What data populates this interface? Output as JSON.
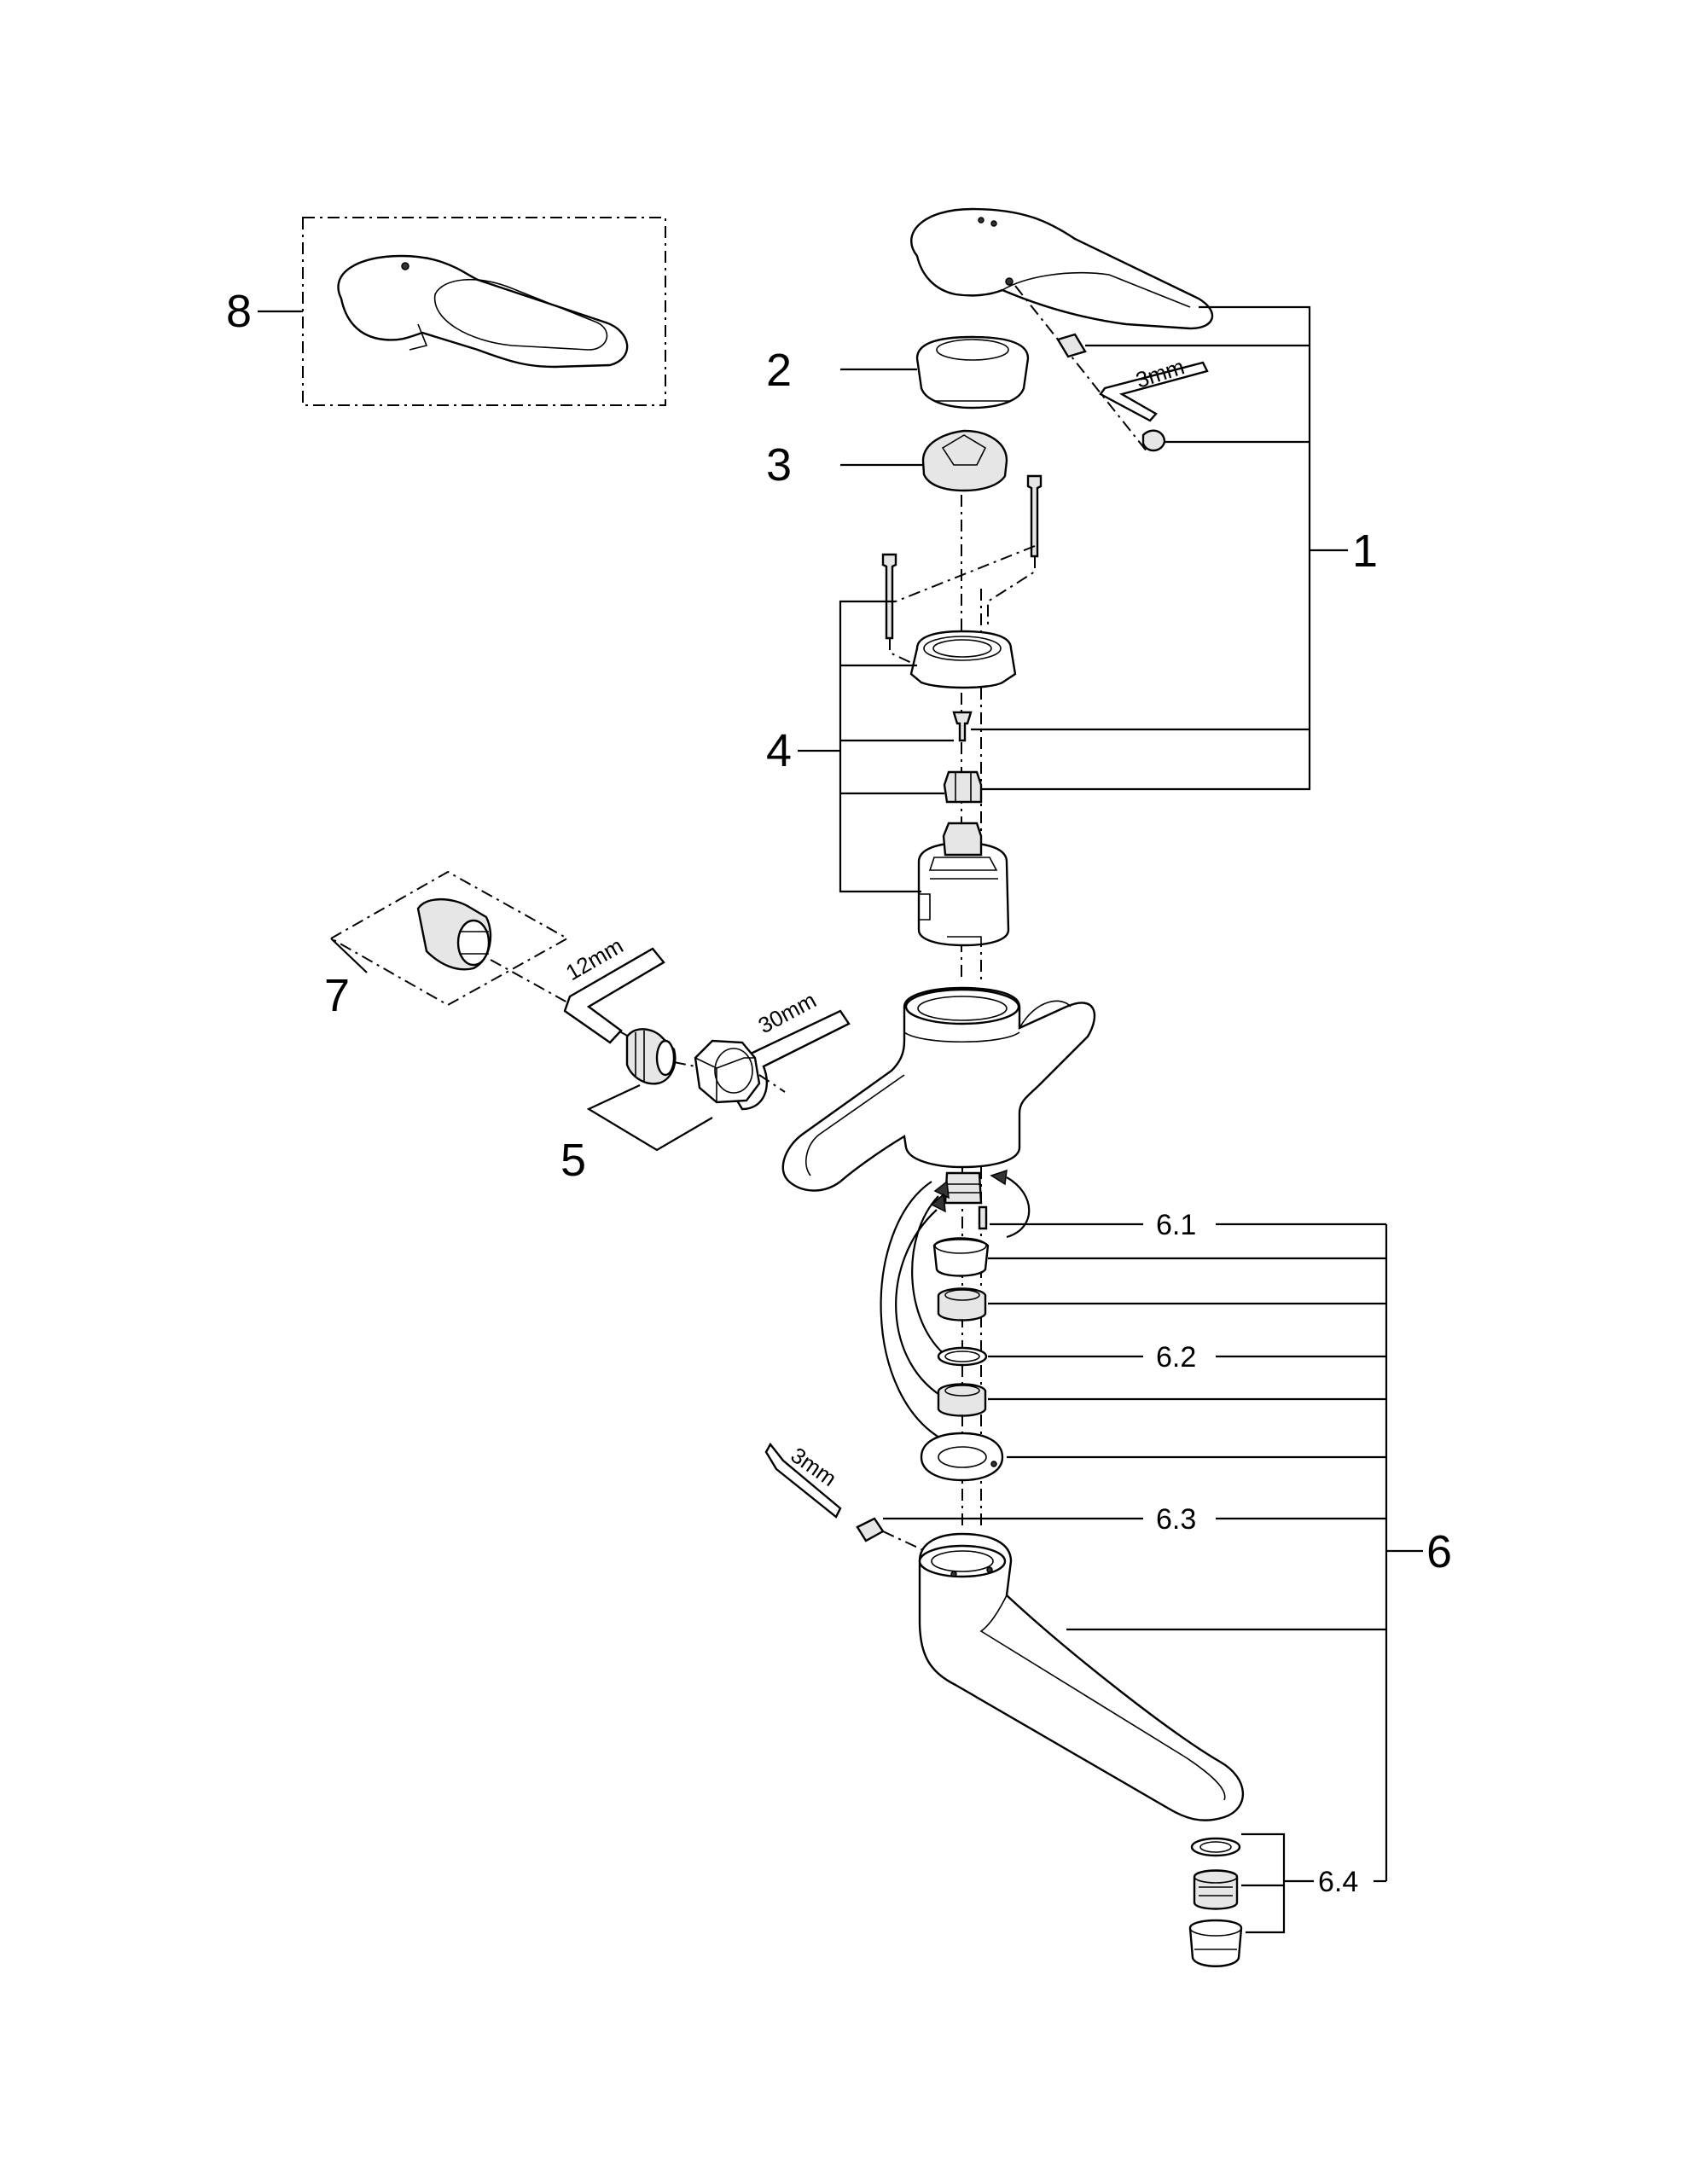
{
  "callouts": {
    "c1": "1",
    "c2": "2",
    "c3": "3",
    "c4": "4",
    "c5": "5",
    "c6": "6",
    "c7": "7",
    "c8": "8",
    "c61": "6.1",
    "c62": "6.2",
    "c63": "6.3",
    "c64": "6.4"
  },
  "tools": {
    "hex_top": "3mm",
    "hex_12": "12mm",
    "spanner_30": "30mm",
    "hex_bottom": "3mm"
  },
  "colors": {
    "line": "#000000",
    "fill": "#ffffff",
    "shade": "#e6e6e6"
  },
  "icons": [
    "lever-handle",
    "cap",
    "bushing",
    "stud-bolt",
    "clamp-ring",
    "cartridge",
    "body",
    "spout",
    "aerator",
    "hex-key",
    "spanner",
    "adapter",
    "nut"
  ]
}
